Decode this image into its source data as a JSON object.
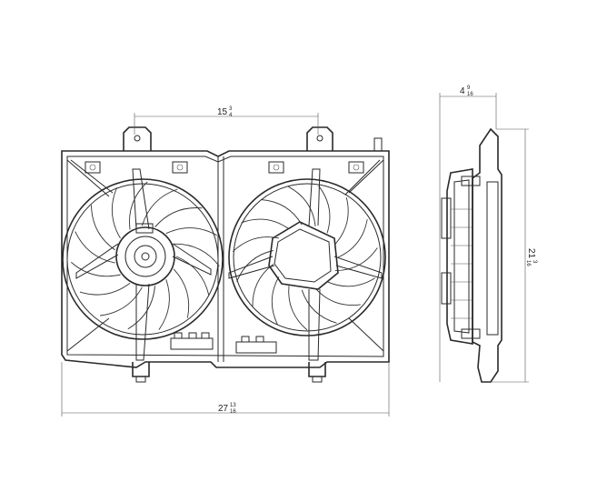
{
  "drawing": {
    "title": "",
    "dimensions": {
      "top_width": {
        "whole": "15",
        "num": "3",
        "den": "4"
      },
      "overall_width": {
        "whole": "27",
        "num": "13",
        "den": "16"
      },
      "depth": {
        "whole": "4",
        "num": "9",
        "den": "16"
      },
      "height": {
        "whole": "21",
        "num": "3",
        "den": "16"
      }
    }
  }
}
